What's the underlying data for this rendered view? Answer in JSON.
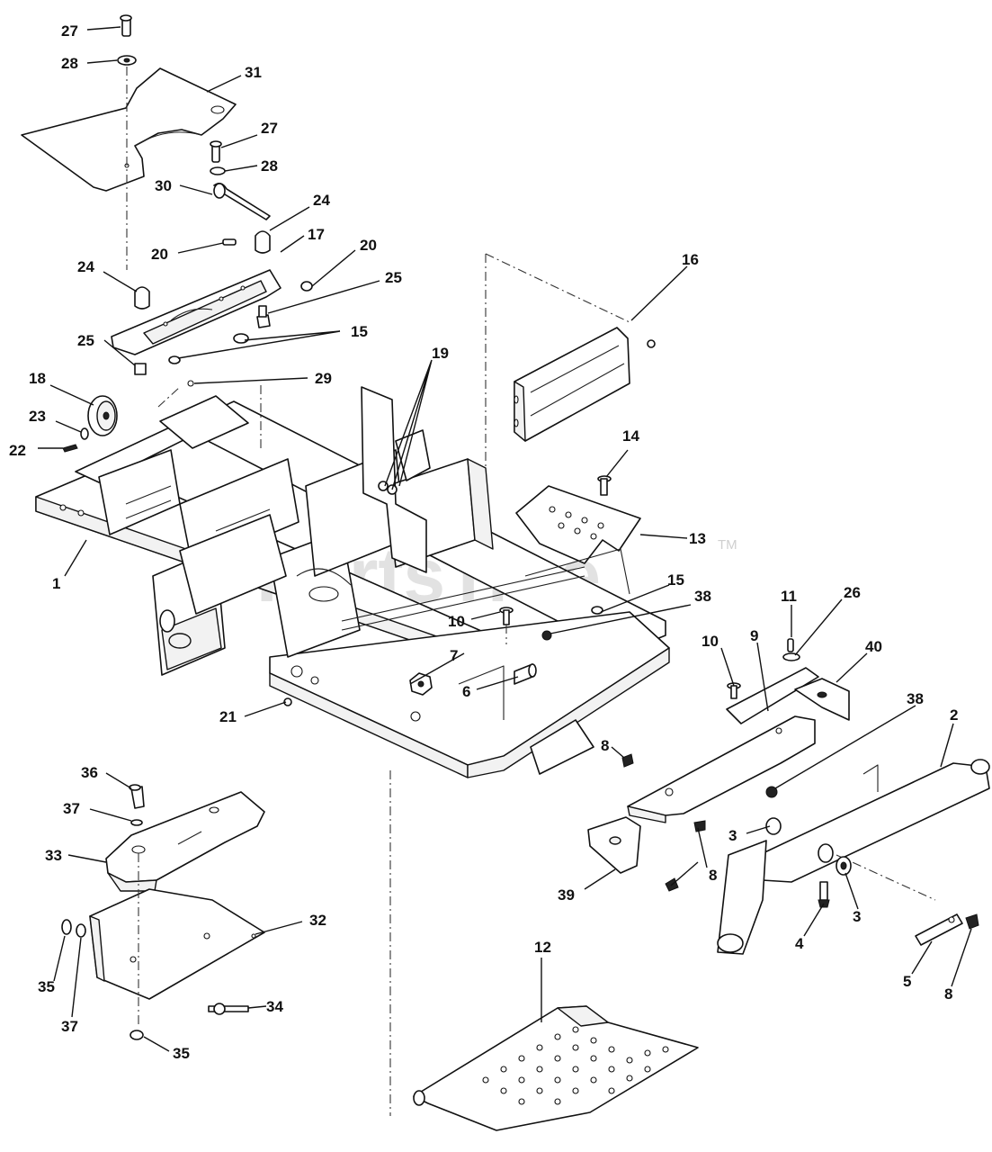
{
  "watermark": {
    "text": "PartsTree",
    "trademark": "TM"
  },
  "labels": [
    {
      "id": "l27a",
      "text": "27"
    },
    {
      "id": "l28a",
      "text": "28"
    },
    {
      "id": "l31",
      "text": "31"
    },
    {
      "id": "l27b",
      "text": "27"
    },
    {
      "id": "l28b",
      "text": "28"
    },
    {
      "id": "l30",
      "text": "30"
    },
    {
      "id": "l24a",
      "text": "24"
    },
    {
      "id": "l20a",
      "text": "20"
    },
    {
      "id": "l17",
      "text": "17"
    },
    {
      "id": "l24b",
      "text": "24"
    },
    {
      "id": "l20b",
      "text": "20"
    },
    {
      "id": "l25a",
      "text": "25"
    },
    {
      "id": "l15a",
      "text": "15"
    },
    {
      "id": "l25b",
      "text": "25"
    },
    {
      "id": "l29",
      "text": "29"
    },
    {
      "id": "l18",
      "text": "18"
    },
    {
      "id": "l23",
      "text": "23"
    },
    {
      "id": "l22",
      "text": "22"
    },
    {
      "id": "l19",
      "text": "19"
    },
    {
      "id": "l16",
      "text": "16"
    },
    {
      "id": "l14",
      "text": "14"
    },
    {
      "id": "l13",
      "text": "13"
    },
    {
      "id": "l1",
      "text": "1"
    },
    {
      "id": "l15b",
      "text": "15"
    },
    {
      "id": "l38a",
      "text": "38"
    },
    {
      "id": "l10a",
      "text": "10"
    },
    {
      "id": "l11",
      "text": "11"
    },
    {
      "id": "l26",
      "text": "26"
    },
    {
      "id": "l7",
      "text": "7"
    },
    {
      "id": "l6",
      "text": "6"
    },
    {
      "id": "l10b",
      "text": "10"
    },
    {
      "id": "l9",
      "text": "9"
    },
    {
      "id": "l40",
      "text": "40"
    },
    {
      "id": "l21",
      "text": "21"
    },
    {
      "id": "l38b",
      "text": "38"
    },
    {
      "id": "l2",
      "text": "2"
    },
    {
      "id": "l36",
      "text": "36"
    },
    {
      "id": "l8a",
      "text": "8"
    },
    {
      "id": "l37a",
      "text": "37"
    },
    {
      "id": "l33",
      "text": "33"
    },
    {
      "id": "l3a",
      "text": "3"
    },
    {
      "id": "l39",
      "text": "39"
    },
    {
      "id": "l8b",
      "text": "8"
    },
    {
      "id": "l3b",
      "text": "3"
    },
    {
      "id": "l32",
      "text": "32"
    },
    {
      "id": "l4",
      "text": "4"
    },
    {
      "id": "l12",
      "text": "12"
    },
    {
      "id": "l35a",
      "text": "35"
    },
    {
      "id": "l5",
      "text": "5"
    },
    {
      "id": "l8c",
      "text": "8"
    },
    {
      "id": "l37b",
      "text": "37"
    },
    {
      "id": "l34",
      "text": "34"
    },
    {
      "id": "l35b",
      "text": "35"
    }
  ]
}
